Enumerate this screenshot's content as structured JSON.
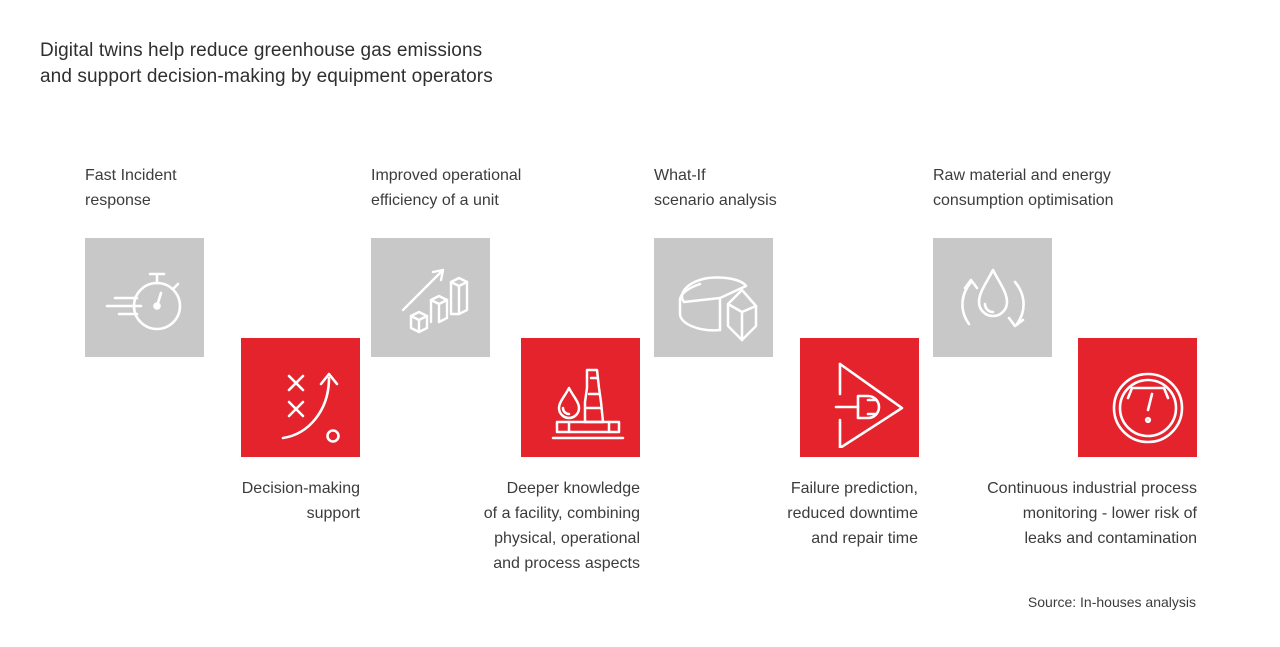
{
  "title": "Digital twins help reduce greenhouse gas emissions\nand support decision-making by equipment operators",
  "items": [
    {
      "label": "Fast Incident\nresponse",
      "icon": "stopwatch-icon",
      "color": "#c8c8c8"
    },
    {
      "label": "Decision-making\nsupport",
      "icon": "strategy-icon",
      "color": "#e4232c"
    },
    {
      "label": "Improved operational\nefficiency of a unit",
      "icon": "growth-chart-icon",
      "color": "#c8c8c8"
    },
    {
      "label": "Deeper knowledge\nof a facility, combining\nphysical, operational\nand process aspects",
      "icon": "facility-drop-icon",
      "color": "#e4232c"
    },
    {
      "label": "What-If\nscenario analysis",
      "icon": "pie-chart-icon",
      "color": "#c8c8c8"
    },
    {
      "label": "Failure prediction,\nreduced downtime\nand repair time",
      "icon": "plug-triangle-icon",
      "color": "#e4232c"
    },
    {
      "label": "Raw material and energy\nconsumption optimisation",
      "icon": "drop-cycle-icon",
      "color": "#c8c8c8"
    },
    {
      "label": "Continuous industrial process\nmonitoring - lower risk of\nleaks and contamination",
      "icon": "gauge-icon",
      "color": "#e4232c"
    }
  ],
  "source": "Source: In-houses analysis"
}
